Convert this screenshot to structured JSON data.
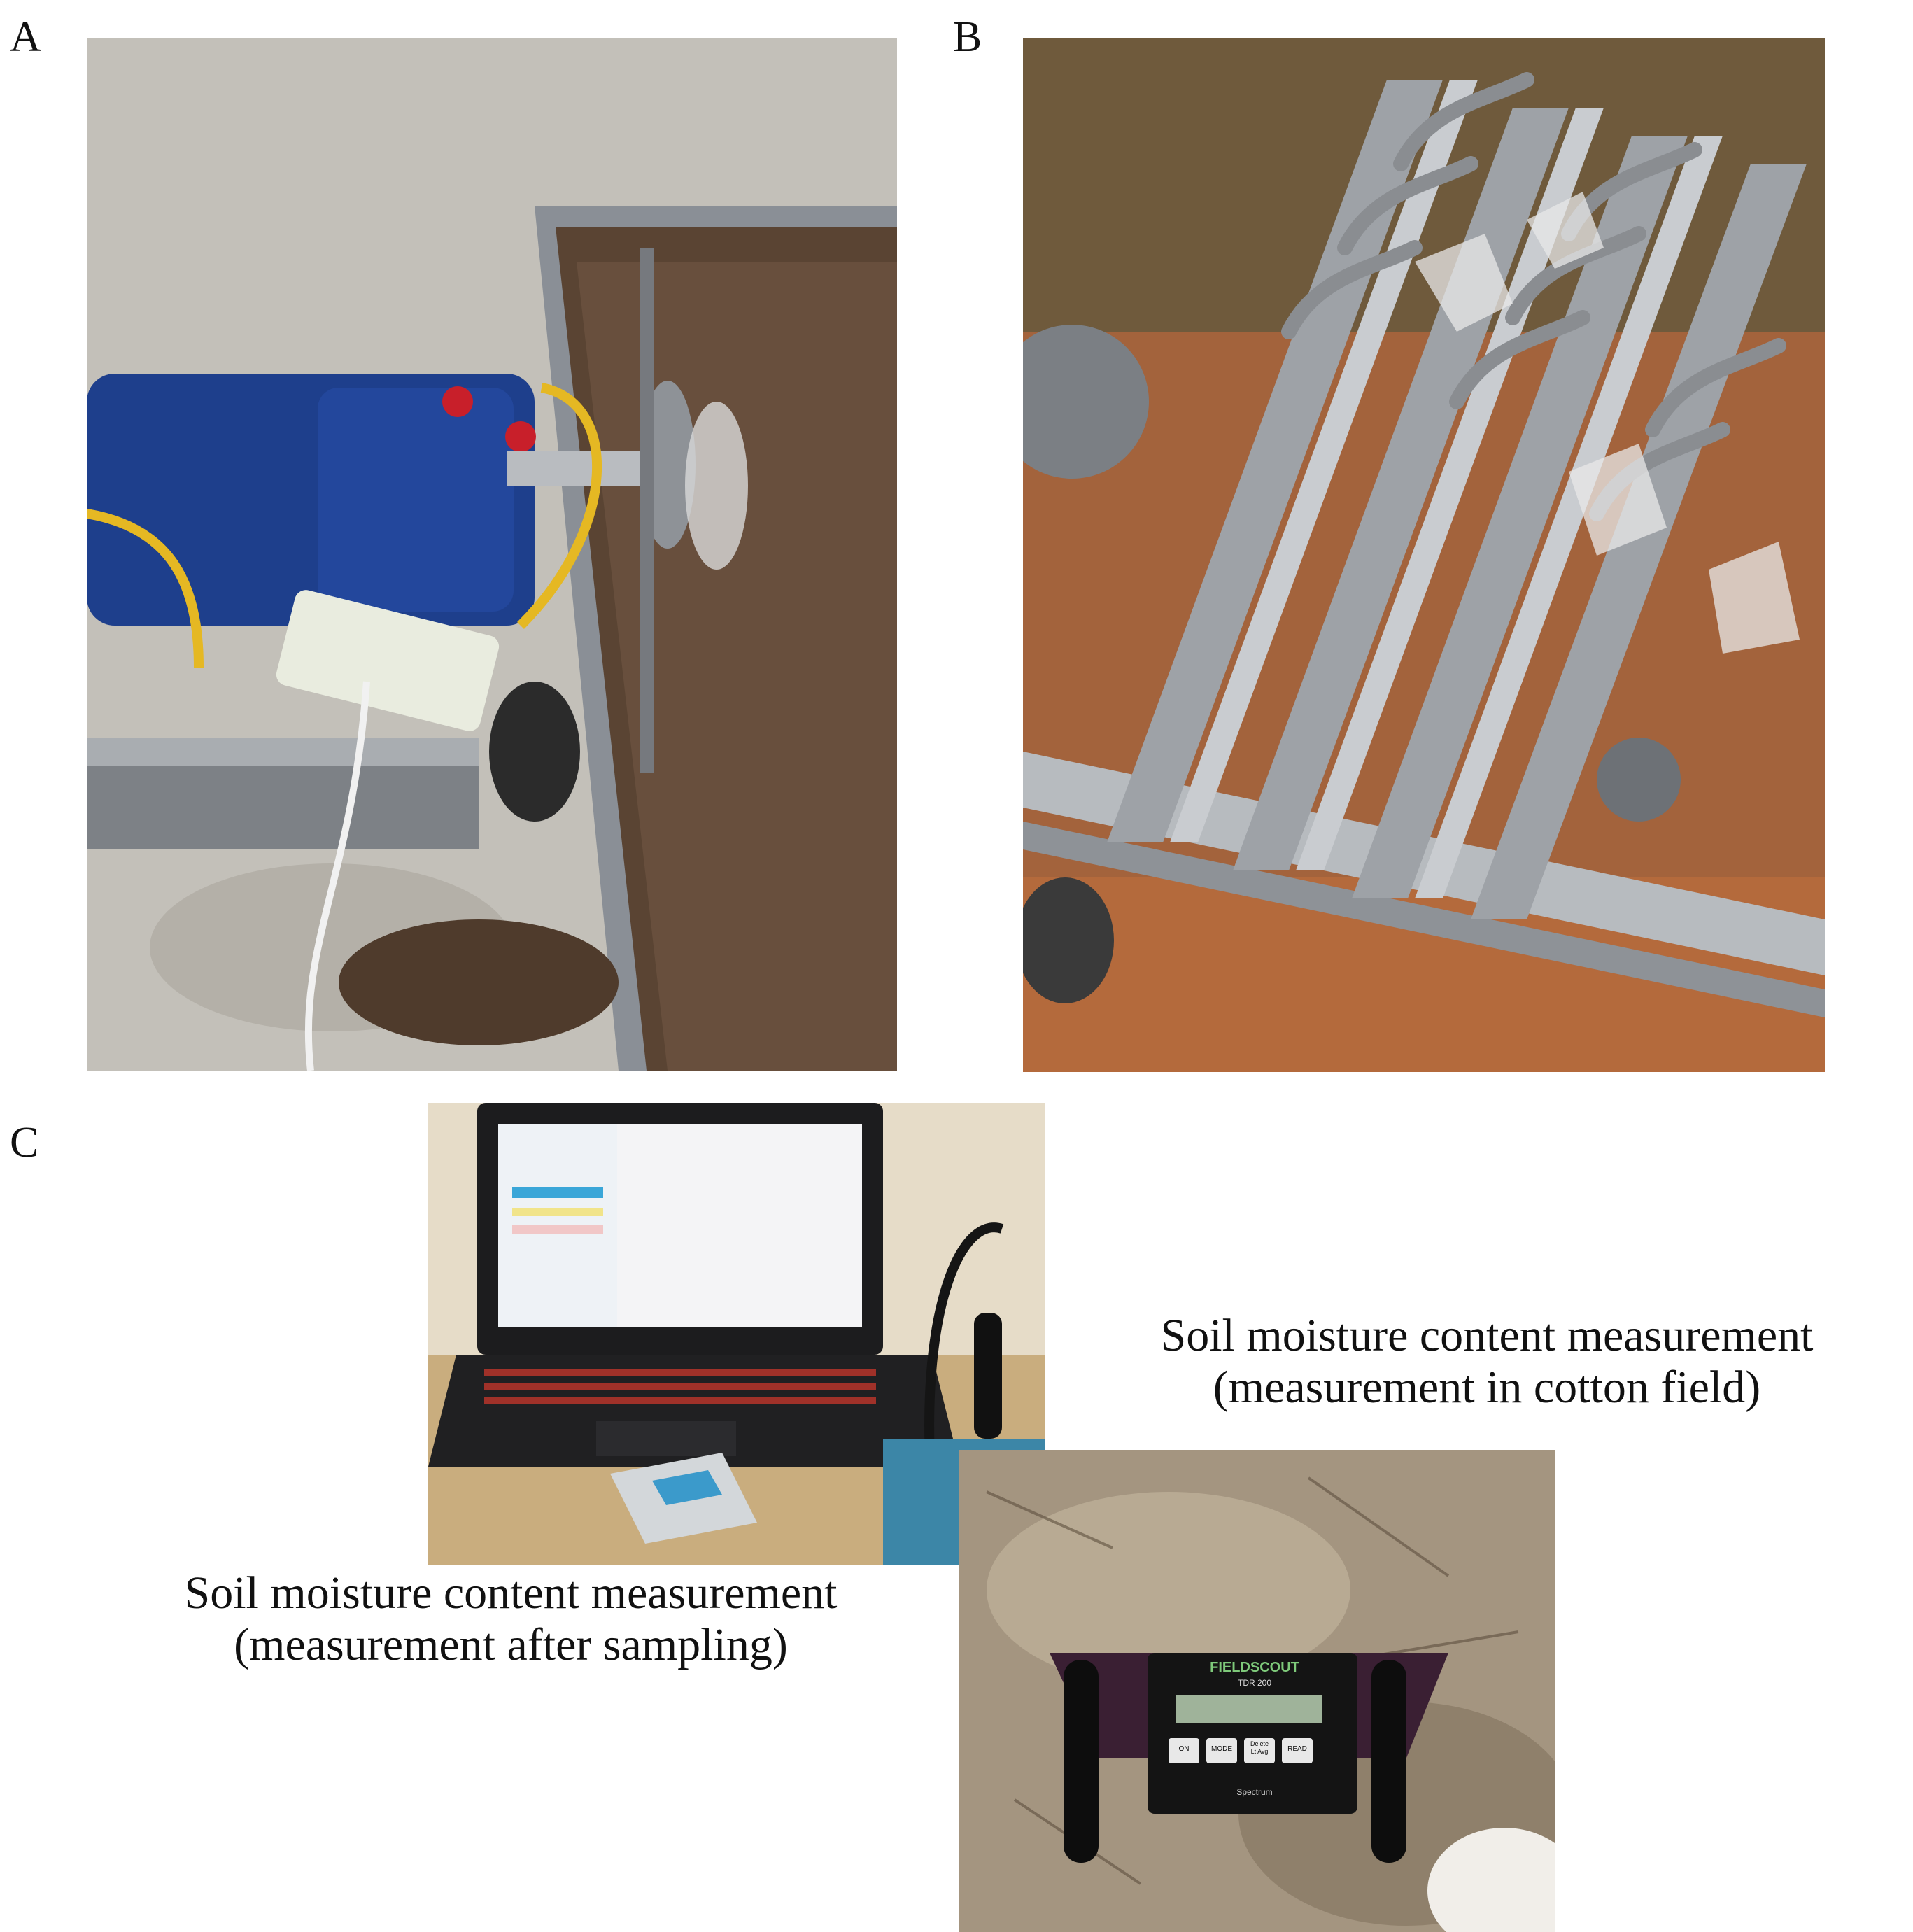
{
  "panels": {
    "a": {
      "letter": "A"
    },
    "b": {
      "letter": "B"
    },
    "c": {
      "letter": "C"
    }
  },
  "captions": {
    "after_sampling": {
      "line1": "Soil moisture content measurement",
      "line2": "(measurement after sampling)"
    },
    "cotton_field": {
      "line1": "Soil moisture content measurement",
      "line2": "(measurement in cotton field)"
    }
  },
  "device": {
    "brand": "FIELDSCOUT",
    "model": "TDR 200",
    "buttons": [
      "ON",
      "MODE",
      "Delete\nLt Avg",
      "READ"
    ],
    "maker": "Spectrum"
  }
}
